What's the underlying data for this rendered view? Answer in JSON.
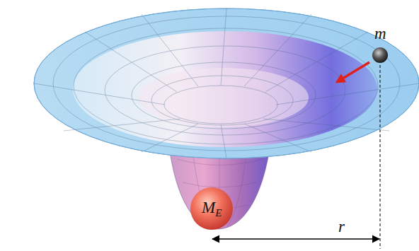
{
  "diagram": {
    "nodes": [
      {
        "text": [
          "M",
          "E"
        ]
      },
      {
        "text": [
          "m"
        ]
      }
    ],
    "labels": [
      "r"
    ]
  }
}
